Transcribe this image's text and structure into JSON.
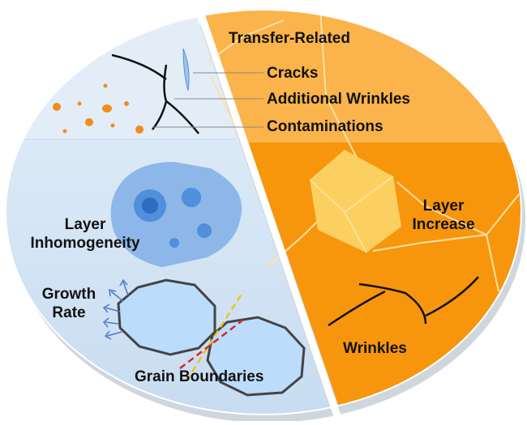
{
  "labels": {
    "transfer_related": "Transfer-Related",
    "cracks": "Cracks",
    "additional_wrinkles": "Additional Wrinkles",
    "contaminations": "Contaminations",
    "layer_increase_line1": "Layer",
    "layer_increase_line2": "Increase",
    "layer_inhomogeneity_line1": "Layer",
    "layer_inhomogeneity_line2": "Inhomogeneity",
    "growth_rate_line1": "Growth",
    "growth_rate_line2": "Rate",
    "grain_boundaries": "Grain Boundaries",
    "wrinkles": "Wrinkles"
  },
  "colors": {
    "blue_light": "#dde9f6",
    "blue_mid": "#c5dcf2",
    "blue_patch": "#8db7e8",
    "blue_dot": "#4f8fdc",
    "blue_dot_dark": "#2d6cc0",
    "orange_light": "#fbb54e",
    "orange": "#f7960d",
    "hexagon": "#fcd36a",
    "contamination_dot": "#f28c1a",
    "grain_fill": "#bcdcfb",
    "grain_stroke": "#444444",
    "arrow_blue": "#4a78c8",
    "boundary_red": "#d8262b",
    "boundary_yellow": "#f0c419"
  }
}
